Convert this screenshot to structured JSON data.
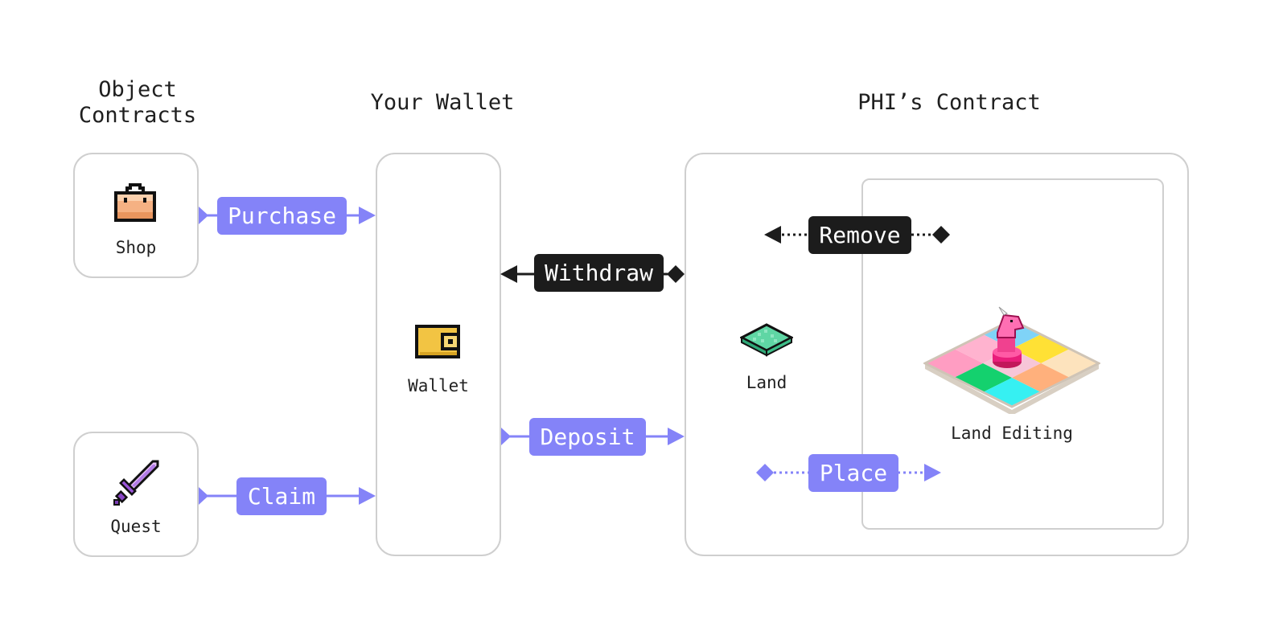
{
  "headings": {
    "object_contracts": "Object\nContracts",
    "your_wallet": "Your Wallet",
    "phi_contract": "PHI’s Contract"
  },
  "nodes": {
    "shop": {
      "label": "Shop",
      "icon": "shopping-bag-icon"
    },
    "quest": {
      "label": "Quest",
      "icon": "sword-icon"
    },
    "wallet": {
      "label": "Wallet",
      "icon": "wallet-icon"
    },
    "land": {
      "label": "Land",
      "icon": "land-tile-icon"
    },
    "land_editing": {
      "label": "Land Editing",
      "icon": "land-grid-unicorn-icon"
    }
  },
  "edges": {
    "purchase": "Purchase",
    "claim": "Claim",
    "withdraw": "Withdraw",
    "deposit": "Deposit",
    "remove": "Remove",
    "place": "Place"
  },
  "colors": {
    "accent": "#8483f8",
    "dark": "#1c1c1c",
    "border": "#cfcfcf"
  }
}
